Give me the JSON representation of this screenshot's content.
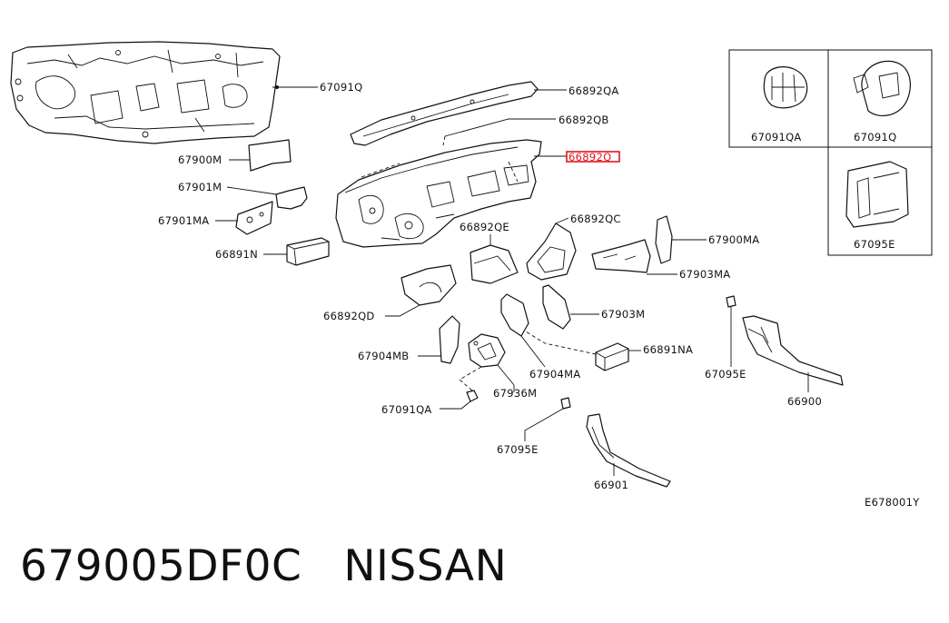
{
  "parts": {
    "p67091Q_main": "67091Q",
    "p66892QA": "66892QA",
    "p66892QB": "66892QB",
    "p66892Q": "66892Q",
    "p67900M": "67900M",
    "p67901M": "67901M",
    "p67901MA": "67901MA",
    "p66891N": "66891N",
    "p66892QE": "66892QE",
    "p66892QC": "66892QC",
    "p67900MA": "67900MA",
    "p67903MA": "67903MA",
    "p66892QD": "66892QD",
    "p67903M": "67903M",
    "p67904MB": "67904MB",
    "p66891NA": "66891NA",
    "p67904MA": "67904MA",
    "p67936M": "67936M",
    "p67095E_right": "67095E",
    "p66900": "66900",
    "p67091QA_bottom": "67091QA",
    "p67095E_bottom": "67095E",
    "p66901": "66901"
  },
  "inset": {
    "clip_67091QA": "67091QA",
    "clip_67091Q": "67091Q",
    "clip_67095E": "67095E"
  },
  "diagram_code": "E678001Y",
  "caption": {
    "part_number": "679005DF0C",
    "brand": "NISSAN"
  },
  "colors": {
    "highlight": "#e0141e",
    "line": "#111111"
  }
}
